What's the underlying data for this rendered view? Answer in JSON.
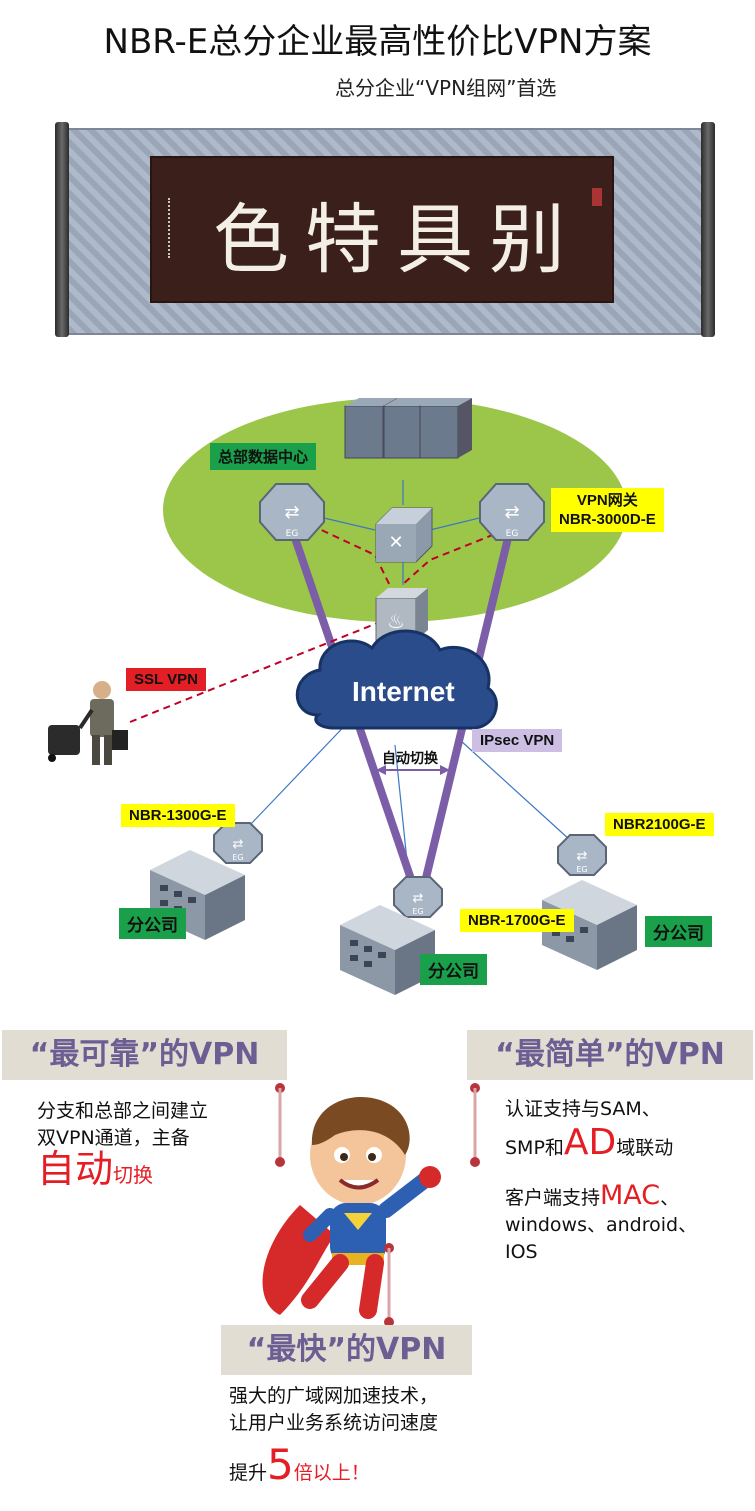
{
  "header": {
    "title": "NBR-E总分企业最高性价比VPN方案",
    "subtitle": "总分企业“VPN组网”首选"
  },
  "banner": {
    "calligraphy": "色特具别",
    "image": "scroll-calligraphy-banner"
  },
  "diagram": {
    "hq_label": "总部数据中心",
    "gateway_label_line1": "VPN网关",
    "gateway_label_line2": "NBR-3000D-E",
    "ssl_label": "SSL VPN",
    "internet_label": "Internet",
    "ipsec_label": "IPsec VPN",
    "failover_label": "自动切换",
    "eg_label": "EG",
    "branch_left_model": "NBR-1300G-E",
    "branch_right_model": "NBR2100G-E",
    "branch_center_model": "NBR-1700G-E",
    "branch_label": "分公司",
    "colors": {
      "hq_zone": "#9cc64a",
      "tunnel": "#7b5ea7",
      "ssl_line": "#c0002a"
    }
  },
  "features": {
    "reliable": {
      "title": "“最可靠”的VPN",
      "line1": "分支和总部之间建立",
      "line2": "双VPN通道，主备",
      "emph": "自动",
      "emph_suffix": "切换"
    },
    "simple": {
      "title": "“最简单”的VPN",
      "line1": "认证支持与SAM、",
      "line2_prefix": "SMP和",
      "line2_emph": "AD",
      "line2_suffix": "域联动",
      "line3_prefix": "客户端支持",
      "line3_emph": "MAC",
      "line3_suffix": "、",
      "line4": "windows、android、",
      "line5": "IOS"
    },
    "fast": {
      "title": "“最快”的VPN",
      "line1": "强大的广域网加速技术，",
      "line2": "让用户业务系统访问速度",
      "line3_prefix": "提升",
      "line3_emph": "5",
      "line3_suffix": "倍以上！"
    }
  }
}
